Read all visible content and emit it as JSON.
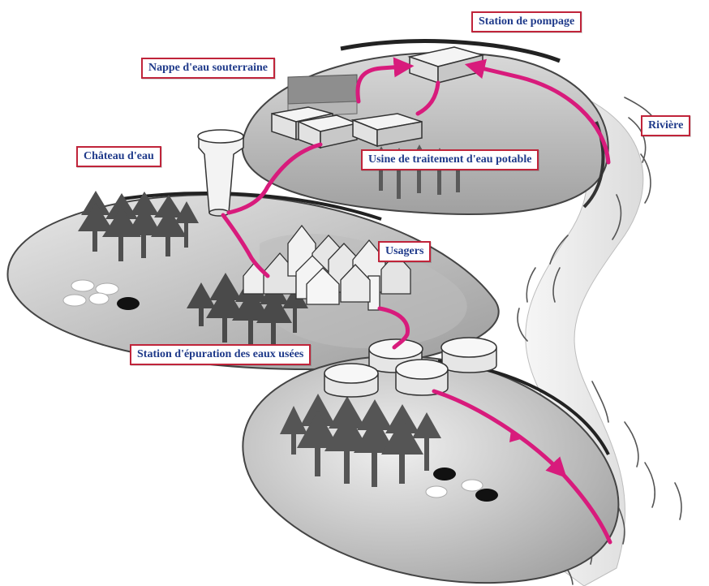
{
  "labels": {
    "pompage": "Station de pompage",
    "nappe": "Nappe d'eau souterraine",
    "riviere": "Rivière",
    "chateau": "Château d'eau",
    "usine": "Usine de traitement d'eau potable",
    "usagers": "Usagers",
    "epuration": "Station d'épuration des eaux usées"
  },
  "colors": {
    "flow": "#d81b7c",
    "label_border": "#c0243a",
    "label_text": "#1f3a8a",
    "terrain_light": "#cfcfcf",
    "terrain_dark": "#a9a9a9",
    "trees": "#5a5a5a"
  }
}
